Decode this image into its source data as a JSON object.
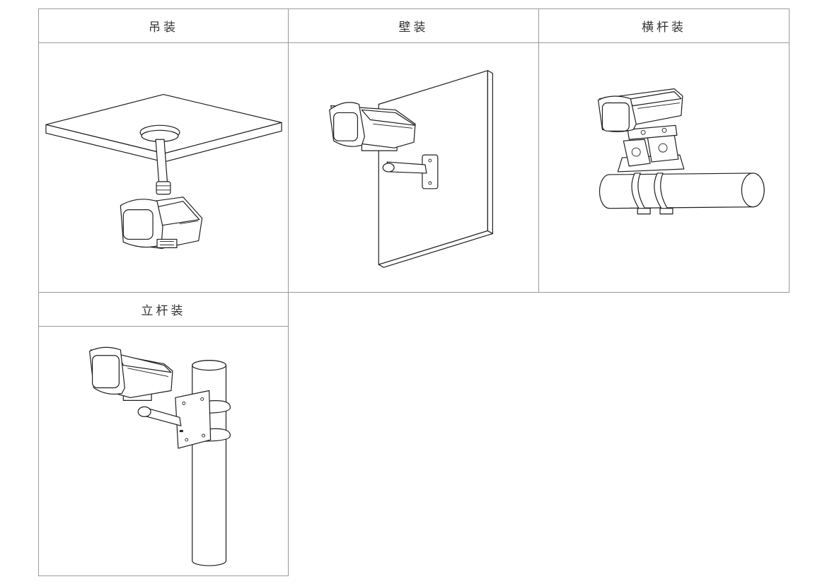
{
  "mounts": [
    {
      "label": "吊装"
    },
    {
      "label": "壁装"
    },
    {
      "label": "横杆装"
    },
    {
      "label": "立杆装"
    }
  ]
}
